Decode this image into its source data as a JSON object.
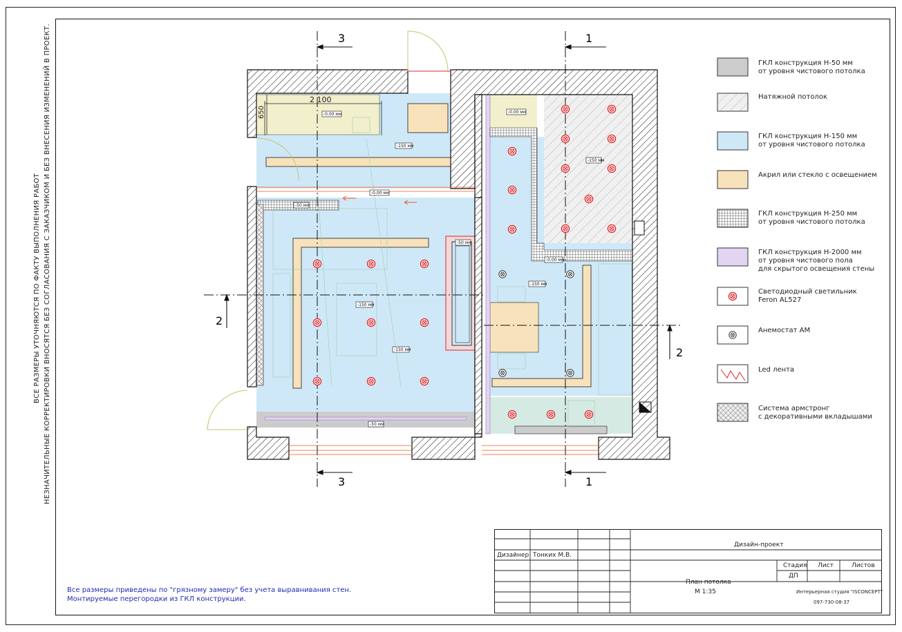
{
  "side_note": {
    "line1": "ВСЕ РАЗМЕРЫ УТОЧНЯЮТСЯ ПО ФАКТУ ВЫПОЛНЕНИЯ РАБОТ",
    "line2": "НЕЗНАЧИТЕЛЬНЫЕ КОРРЕКТИРОВКИ ВНОСЯТСЯ БЕЗ СОГЛАСОВАНИЯ С ЗАКАЗЧИКОМ И БЕЗ ВНЕСЕНИЯ ИЗМЕНЕНИЙ В ПРОЕКТ."
  },
  "plan": {
    "section_labels": {
      "s3_top": "3",
      "s1_top": "1",
      "s2_left": "2",
      "s2_right": "2",
      "s3_bottom": "3",
      "s1_bottom": "1"
    },
    "dimensions": {
      "width": "2 100",
      "height": "650"
    },
    "height_tags": [
      "-0.00 мм",
      "-150 мм",
      "-0.00 мм",
      "-50 мм",
      "-150 мм",
      "-150 мм",
      "-50 мм",
      "-0.00 мм",
      "-150 мм",
      "-50 мм",
      "-150 мм"
    ]
  },
  "colors": {
    "blue": "#cfe8f8",
    "gray": "#cccccc",
    "beige": "#f8e2bb",
    "yellowish": "#f1efcc",
    "purple": "#e3d4f2",
    "wall": "#ffffff",
    "red": "#d9282c"
  },
  "legend": [
    {
      "icon": "gray-swatch",
      "line1": "ГКЛ конструкция Н-50 мм",
      "line2": "от уровня чистового потолка"
    },
    {
      "icon": "hatch-swatch",
      "line1": "Натяжной потолок",
      "line2": ""
    },
    {
      "icon": "blue-swatch",
      "line1": "ГКЛ конструкция Н-150 мм",
      "line2": "от уровня чистового потолка"
    },
    {
      "icon": "beige-swatch",
      "line1": "Акрил или стекло с освещением",
      "line2": ""
    },
    {
      "icon": "grid-swatch",
      "line1": "ГКЛ конструкция Н-250 мм",
      "line2": "от уровня чистового потолка"
    },
    {
      "icon": "purple-swatch",
      "line1": "ГКЛ конструкция Н-2000 мм",
      "line2": "от уровня чистового пола",
      "line3": "для скрытого освещения стены"
    },
    {
      "icon": "led-light-icon",
      "line1": "Светодиодный светильник",
      "line2": "Feron AL527"
    },
    {
      "icon": "anemostat-icon",
      "line1": "Анемостат АМ",
      "line2": ""
    },
    {
      "icon": "led-strip-icon",
      "line1": "Led лента",
      "line2": ""
    },
    {
      "icon": "armstrong-swatch",
      "line1": "Система армстронг",
      "line2": "с декоративными вкладышами"
    }
  ],
  "notes": {
    "line1": "Все размеры приведены по \"грязному замеру\" без учета выравнивания стен.",
    "line2": "Монтируемые перегородки из ГКЛ конструкции."
  },
  "title_block": {
    "designer_label": "Дизайнер",
    "designer_name": "Тонких М.В.",
    "project": "Дизайн-проект",
    "sheet_title": "План потолка",
    "scale": "М 1:35",
    "stage_label": "Стадия",
    "sheet_label": "Лист",
    "sheets_label": "Листов",
    "stage_value": "ДП",
    "studio": "Интерьерная студия \"ISCONCEPT\"",
    "phone": "097-730-08-37"
  }
}
